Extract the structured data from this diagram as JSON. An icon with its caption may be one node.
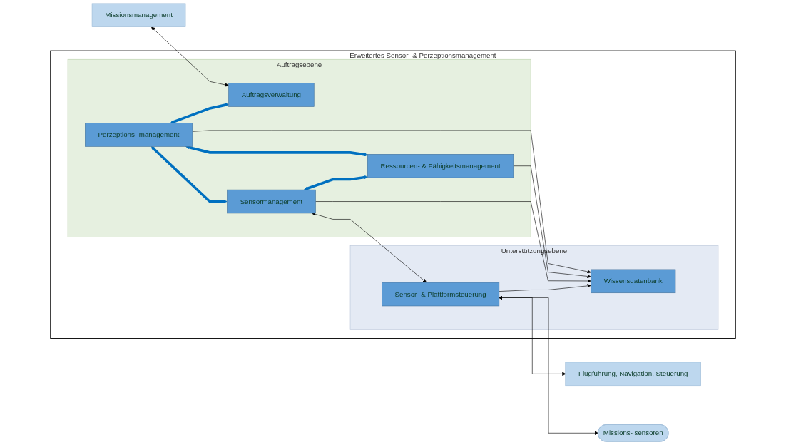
{
  "diagram": {
    "nodes": [
      {
        "text": [
          "Missionsmanagement"
        ]
      },
      {
        "text": [
          "Erweitertes Sensor- & Perzeptionsmanagement"
        ]
      },
      {
        "text": [
          "Auftragsebene"
        ],
        "in": 1
      },
      {
        "text": [
          "Auftragsverwaltung"
        ],
        "in": 2
      },
      {
        "text": [
          "Perzeptions- management"
        ],
        "in": 2
      },
      {
        "text": [
          "Sensormanagement"
        ],
        "in": 2
      },
      {
        "text": [
          "Ressourcen- & Fähigkeitsmanagement"
        ],
        "in": 2
      },
      {
        "text": [
          "Unterstützungsebene"
        ],
        "in": 1
      },
      {
        "text": [
          "Wissensdatenbank"
        ],
        "in": 7
      },
      {
        "text": [
          "Sensor- & Plattformsteuerung"
        ],
        "in": 7
      },
      {
        "text": [
          "Flugführung, Navigation, Steuerung"
        ]
      },
      {
        "text": [
          "Missions- sensoren"
        ]
      }
    ],
    "edges": [
      {
        "from": 0,
        "to": 3,
        "arrow": "both"
      },
      {
        "from": 4,
        "to": 3,
        "arrow": "both",
        "style": "thick",
        "color": "#0070c0"
      },
      {
        "from": 4,
        "to": 5,
        "arrow": "both",
        "style": "thick",
        "color": "#0070c0"
      },
      {
        "from": 4,
        "to": 6,
        "arrow": "both",
        "style": "thick",
        "color": "#0070c0"
      },
      {
        "from": 5,
        "to": 6,
        "arrow": "both",
        "style": "thick",
        "color": "#0070c0"
      },
      {
        "from": 4,
        "to": 8,
        "arrow": "to"
      },
      {
        "from": 6,
        "to": 8,
        "arrow": "to"
      },
      {
        "from": 5,
        "to": 8,
        "arrow": "to"
      },
      {
        "from": 5,
        "to": 9,
        "arrow": "both"
      },
      {
        "from": 9,
        "to": 8,
        "arrow": "to"
      },
      {
        "from": 9,
        "to": 10,
        "arrow": "both"
      },
      {
        "from": 9,
        "to": 11,
        "arrow": "both"
      }
    ]
  }
}
